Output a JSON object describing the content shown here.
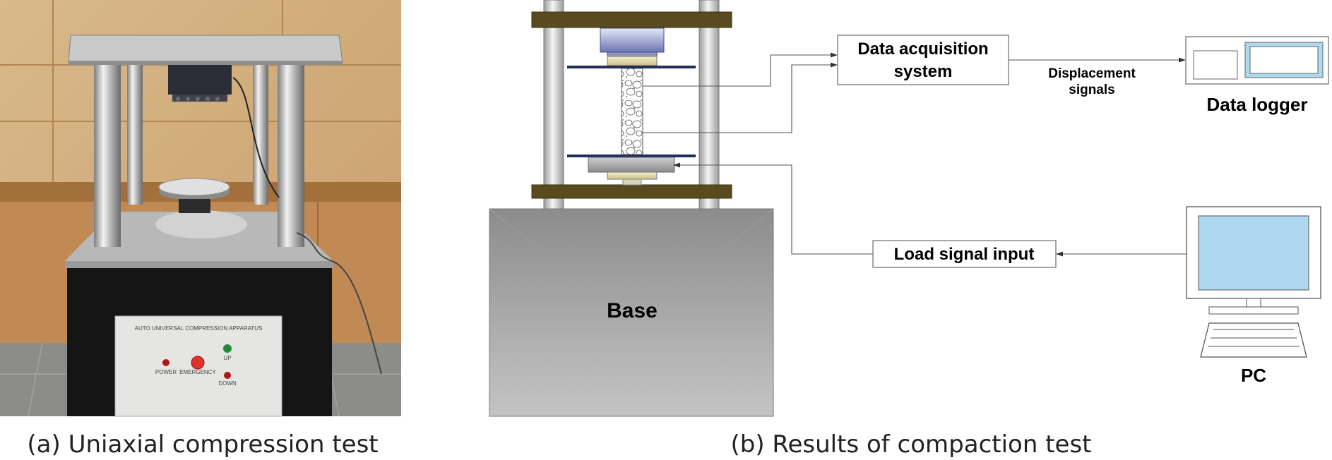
{
  "photo": {
    "panel_title": "AUTO UNIVERSAL COMPRESSION APPARATUS",
    "button_labels": [
      "POWER",
      "EMERGENCY",
      "UP",
      "DOWN"
    ]
  },
  "diagram": {
    "base_label": "Base",
    "daq_label_line1": "Data acquisition",
    "daq_label_line2": "system",
    "displacement_line1": "Displacement",
    "displacement_line2": "signals",
    "logger_label": "Data logger",
    "load_label": "Load signal input",
    "pc_label": "PC"
  },
  "captions": {
    "left": "(a) Uniaxial compression test",
    "right": "(b) Results of compaction test"
  },
  "colors": {
    "screen_blue": "#add8f0",
    "wood_band": "#5a4a1f",
    "plate_navy": "#1f2e5a"
  }
}
